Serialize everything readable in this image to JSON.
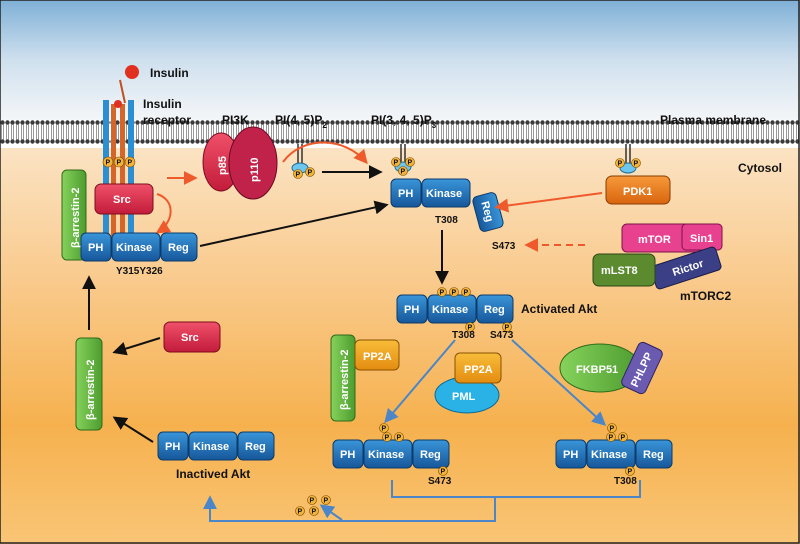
{
  "labels": {
    "insulin": "Insulin",
    "insulin_receptor_1": "Insulin",
    "insulin_receptor_2": "receptor",
    "pi3k": "PI3K",
    "pip2": "PI(4, 5)P",
    "pip2_sub": "2",
    "pip3": "PI(3, 4, 5)P",
    "pip3_sub": "3",
    "plasma_membrane": "Plasma membrane",
    "cytosol": "Cytosol",
    "activated_akt": "Activated Akt",
    "inactived_akt": "Inactived Akt",
    "mtorc2": "mTORC2"
  },
  "proteins": {
    "p85": "p85",
    "p110": "p110",
    "src": "Src",
    "beta_arrestin_2": "β-arrestin-2",
    "pdk1": "PDK1",
    "mtor": "mTOR",
    "sin1": "Sin1",
    "mlst8": "mLST8",
    "rictor": "Rictor",
    "pp2a": "PP2A",
    "pml": "PML",
    "fkbp51": "FKBP51",
    "phlpp": "PHLPP"
  },
  "akt": {
    "ph": "PH",
    "kinase": "Kinase",
    "reg": "Reg"
  },
  "sites": {
    "y315y326": "Y315Y326",
    "t308": "T308",
    "s473": "S473",
    "phospho": "P"
  },
  "colors": {
    "akt_blue": "#1f6fb5",
    "src_red": "#e0304e",
    "green": "#6cbf45",
    "orange": "#f07e1c",
    "pp2a_yellow": "#f0a21a",
    "pml_cyan": "#2ab1e6",
    "phlpp_purple": "#6b5bb0",
    "rictor_navy": "#3b3f86",
    "mtor_pink": "#e8418f",
    "pi3k_red": "#c9213b",
    "activation_arrow": "#ef5a2c",
    "dephospho_arrow": "#4a86c8"
  }
}
